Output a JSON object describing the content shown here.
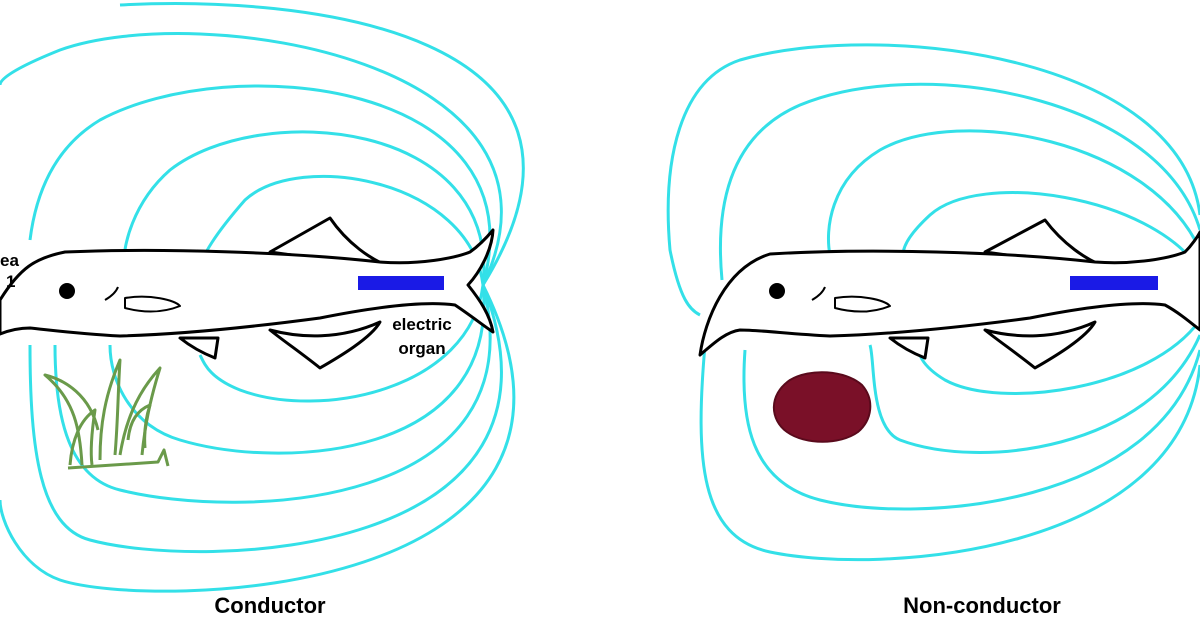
{
  "panels": [
    {
      "caption": "Conductor",
      "edge_label_line1": "ea",
      "edge_label_line2": "1",
      "organ_label_line1": "electric",
      "organ_label_line2": "organ",
      "object": "plant"
    },
    {
      "caption": "Non-conductor",
      "object": "rock"
    }
  ],
  "colors": {
    "field_lines": "#33e0e8",
    "electric_organ": "#1a1ae6",
    "plant": "#6a9a4a",
    "rock": "#7a1028",
    "fish_outline": "#000000"
  }
}
